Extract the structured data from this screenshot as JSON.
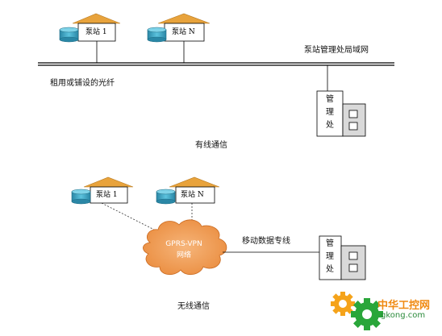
{
  "wired": {
    "stations": [
      "泵站 1",
      "泵站 N"
    ],
    "lan_label": "泵站管理处局域网",
    "fiber_label": "租用或铺设的光纤",
    "office_chars": [
      "管",
      "理",
      "处"
    ],
    "caption": "有线通信"
  },
  "wireless": {
    "stations": [
      "泵站 1",
      "泵站 N"
    ],
    "cloud_lines": [
      "GPRS-VPN",
      "网络"
    ],
    "link_label": "移动数据专线",
    "office_chars": [
      "管",
      "理",
      "处"
    ],
    "caption": "无线通信"
  },
  "watermark": {
    "title": "中华工控网",
    "url": "gkong.com"
  },
  "colors": {
    "roof": "#e8a33c",
    "cylinder": "#3fa6c4",
    "cloud": "#f2a25e",
    "office_box": "#d9d9d9",
    "line": "#000000"
  }
}
